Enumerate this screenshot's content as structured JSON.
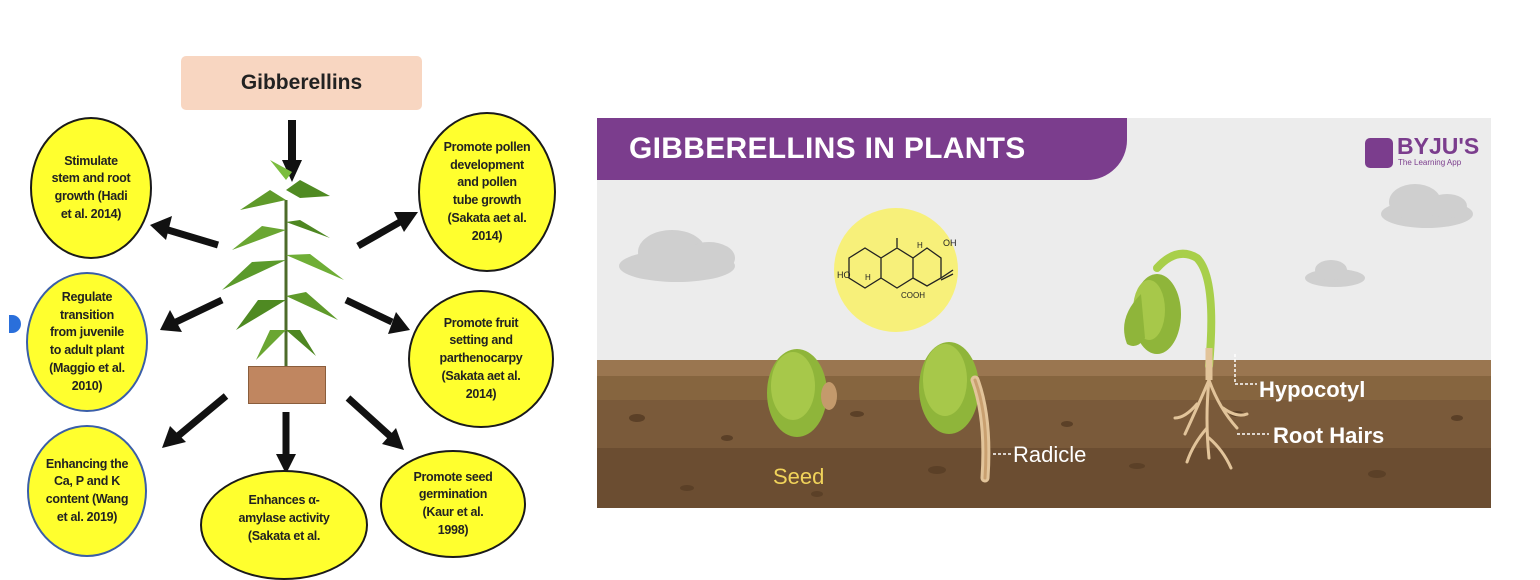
{
  "left_diagram": {
    "title": "Gibberellins",
    "effects": [
      {
        "text": "Stimulate\nstem and root\ngrowth (Hadi\net al. 2014)"
      },
      {
        "text": "Regulate\ntransition\nfrom juvenile\nto adult plant\n(Maggio et al.\n2010)"
      },
      {
        "text": "Enhancing the\nCa, P and K\ncontent (Wang\net al. 2019)"
      },
      {
        "text": "Enhances α-\namylase activity\n(Sakata et al."
      },
      {
        "text": "Promote seed\ngermination\n(Kaur et al.\n1998)"
      },
      {
        "text": "Promote fruit\nsetting and\nparthenocarpy\n(Sakata aet al.\n2014)"
      },
      {
        "text": "Promote pollen\ndevelopment\nand pollen\ntube growth\n(Sakata aet al.\n2014)"
      }
    ]
  },
  "right_illustration": {
    "banner_title": "GIBBERELLINS IN PLANTS",
    "logo": {
      "name": "BYJU'S",
      "tagline": "The Learning App",
      "color": "#7b3d8d"
    },
    "labels": {
      "seed": "Seed",
      "radicle": "Radicle",
      "hypocotyl": "Hypocotyl",
      "root_hairs": "Root Hairs"
    },
    "molecule_labels": {
      "oh_top": "OH",
      "ho": "HO",
      "h1": "H",
      "h2": "H",
      "cooh": "COOH"
    }
  }
}
